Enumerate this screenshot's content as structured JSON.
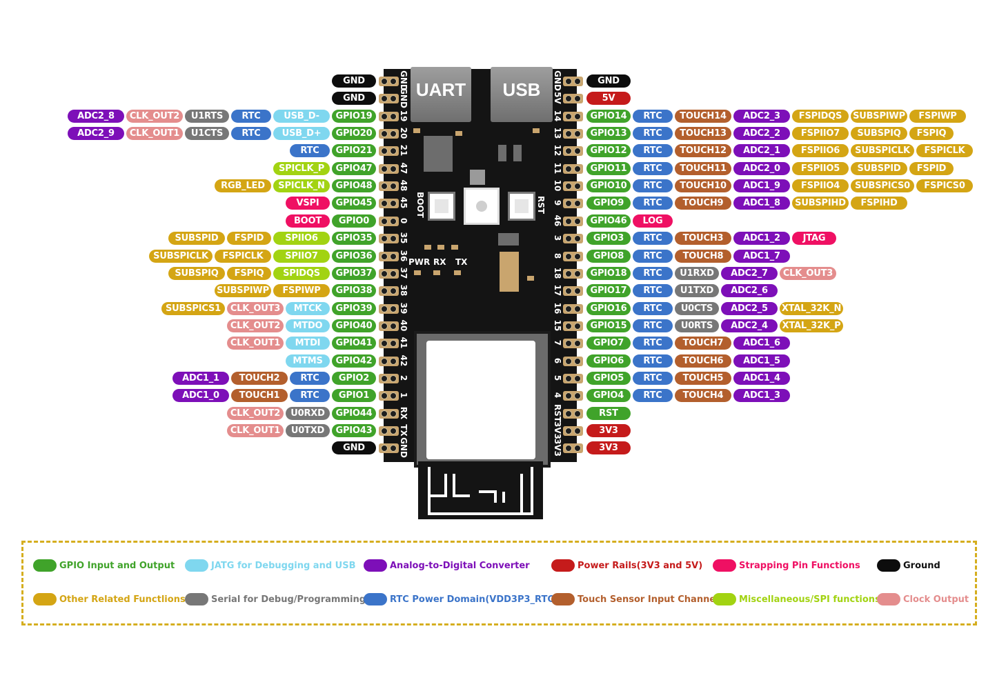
{
  "colors": {
    "gpio": "#40a32a",
    "jtag": "#7fd7ef",
    "adc": "#7d0fb8",
    "power": "#c51b1b",
    "strap": "#ef1063",
    "ground": "#0d0d0d",
    "other": "#d4a514",
    "serial": "#777777",
    "rtc": "#3b74c9",
    "touch": "#b35f2d",
    "misc": "#a2d312",
    "clock": "#e48d8d"
  },
  "board": {
    "uart_label": "UART",
    "usb_label": "USB",
    "boot_label": "BOOT",
    "rst_label": "RST",
    "pwr_label": "PWR",
    "rx_label": "RX",
    "tx_label": "TX"
  },
  "left_pins": [
    {
      "num": "GND",
      "tags": [
        [
          "GND",
          "ground"
        ]
      ]
    },
    {
      "num": "GND",
      "tags": [
        [
          "GND",
          "ground"
        ]
      ]
    },
    {
      "num": "19",
      "tags": [
        [
          "GPIO19",
          "gpio"
        ],
        [
          "USB_D-",
          "jtag"
        ],
        [
          "RTC",
          "rtc"
        ],
        [
          "U1RTS",
          "serial"
        ],
        [
          "CLK_OUT2",
          "clock"
        ],
        [
          "ADC2_8",
          "adc"
        ]
      ]
    },
    {
      "num": "20",
      "tags": [
        [
          "GPIO20",
          "gpio"
        ],
        [
          "USB_D+",
          "jtag"
        ],
        [
          "RTC",
          "rtc"
        ],
        [
          "U1CTS",
          "serial"
        ],
        [
          "CLK_OUT1",
          "clock"
        ],
        [
          "ADC2_9",
          "adc"
        ]
      ]
    },
    {
      "num": "21",
      "tags": [
        [
          "GPIO21",
          "gpio"
        ],
        [
          "RTC",
          "rtc"
        ]
      ]
    },
    {
      "num": "47",
      "tags": [
        [
          "GPIO47",
          "gpio"
        ],
        [
          "SPICLK_P",
          "misc"
        ]
      ]
    },
    {
      "num": "48",
      "tags": [
        [
          "GPIO48",
          "gpio"
        ],
        [
          "SPICLK_N",
          "misc"
        ],
        [
          "RGB_LED",
          "other"
        ]
      ]
    },
    {
      "num": "45",
      "tags": [
        [
          "GPIO45",
          "gpio"
        ],
        [
          "VSPI",
          "strap"
        ]
      ]
    },
    {
      "num": "0",
      "tags": [
        [
          "GPIO0",
          "gpio"
        ],
        [
          "BOOT",
          "strap"
        ]
      ]
    },
    {
      "num": "35",
      "tags": [
        [
          "GPIO35",
          "gpio"
        ],
        [
          "SPIIO6",
          "misc"
        ],
        [
          "FSPID",
          "other"
        ],
        [
          "SUBSPID",
          "other"
        ]
      ]
    },
    {
      "num": "36",
      "tags": [
        [
          "GPIO36",
          "gpio"
        ],
        [
          "SPIIO7",
          "misc"
        ],
        [
          "FSPICLK",
          "other"
        ],
        [
          "SUBSPICLK",
          "other"
        ]
      ]
    },
    {
      "num": "37",
      "tags": [
        [
          "GPIO37",
          "gpio"
        ],
        [
          "SPIDQS",
          "misc"
        ],
        [
          "FSPIQ",
          "other"
        ],
        [
          "SUBSPIQ",
          "other"
        ]
      ]
    },
    {
      "num": "38",
      "tags": [
        [
          "GPIO38",
          "gpio"
        ],
        [
          "FSPIWP",
          "other"
        ],
        [
          "SUBSPIWP",
          "other"
        ]
      ]
    },
    {
      "num": "39",
      "tags": [
        [
          "GPIO39",
          "gpio"
        ],
        [
          "MTCK",
          "jtag"
        ],
        [
          "CLK_OUT3",
          "clock"
        ],
        [
          "SUBSPICS1",
          "other"
        ]
      ]
    },
    {
      "num": "40",
      "tags": [
        [
          "GPIO40",
          "gpio"
        ],
        [
          "MTDO",
          "jtag"
        ],
        [
          "CLK_OUT2",
          "clock"
        ]
      ]
    },
    {
      "num": "41",
      "tags": [
        [
          "GPIO41",
          "gpio"
        ],
        [
          "MTDI",
          "jtag"
        ],
        [
          "CLK_OUT1",
          "clock"
        ]
      ]
    },
    {
      "num": "42",
      "tags": [
        [
          "GPIO42",
          "gpio"
        ],
        [
          "MTMS",
          "jtag"
        ]
      ]
    },
    {
      "num": "2",
      "tags": [
        [
          "GPIO2",
          "gpio"
        ],
        [
          "RTC",
          "rtc"
        ],
        [
          "TOUCH2",
          "touch"
        ],
        [
          "ADC1_1",
          "adc"
        ]
      ]
    },
    {
      "num": "1",
      "tags": [
        [
          "GPIO1",
          "gpio"
        ],
        [
          "RTC",
          "rtc"
        ],
        [
          "TOUCH1",
          "touch"
        ],
        [
          "ADC1_0",
          "adc"
        ]
      ]
    },
    {
      "num": "RX",
      "tags": [
        [
          "GPIO44",
          "gpio"
        ],
        [
          "U0RXD",
          "serial"
        ],
        [
          "CLK_OUT2",
          "clock"
        ]
      ]
    },
    {
      "num": "TX",
      "tags": [
        [
          "GPIO43",
          "gpio"
        ],
        [
          "U0TXD",
          "serial"
        ],
        [
          "CLK_OUT1",
          "clock"
        ]
      ]
    },
    {
      "num": "GND",
      "tags": [
        [
          "GND",
          "ground"
        ]
      ]
    }
  ],
  "right_pins": [
    {
      "num": "GND",
      "tags": [
        [
          "GND",
          "ground"
        ]
      ]
    },
    {
      "num": "5V",
      "tags": [
        [
          "5V",
          "power"
        ]
      ]
    },
    {
      "num": "14",
      "tags": [
        [
          "GPIO14",
          "gpio"
        ],
        [
          "RTC",
          "rtc"
        ],
        [
          "TOUCH14",
          "touch"
        ],
        [
          "ADC2_3",
          "adc"
        ],
        [
          "FSPIDQS",
          "other"
        ],
        [
          "SUBSPIWP",
          "other"
        ],
        [
          "FSPIWP",
          "other"
        ]
      ]
    },
    {
      "num": "13",
      "tags": [
        [
          "GPIO13",
          "gpio"
        ],
        [
          "RTC",
          "rtc"
        ],
        [
          "TOUCH13",
          "touch"
        ],
        [
          "ADC2_2",
          "adc"
        ],
        [
          "FSPIIO7",
          "other"
        ],
        [
          "SUBSPIQ",
          "other"
        ],
        [
          "FSPIQ",
          "other"
        ]
      ]
    },
    {
      "num": "12",
      "tags": [
        [
          "GPIO12",
          "gpio"
        ],
        [
          "RTC",
          "rtc"
        ],
        [
          "TOUCH12",
          "touch"
        ],
        [
          "ADC2_1",
          "adc"
        ],
        [
          "FSPIIO6",
          "other"
        ],
        [
          "SUBSPICLK",
          "other"
        ],
        [
          "FSPICLK",
          "other"
        ]
      ]
    },
    {
      "num": "11",
      "tags": [
        [
          "GPIO11",
          "gpio"
        ],
        [
          "RTC",
          "rtc"
        ],
        [
          "TOUCH11",
          "touch"
        ],
        [
          "ADC2_0",
          "adc"
        ],
        [
          "FSPIIO5",
          "other"
        ],
        [
          "SUBSPID",
          "other"
        ],
        [
          "FSPID",
          "other"
        ]
      ]
    },
    {
      "num": "10",
      "tags": [
        [
          "GPIO10",
          "gpio"
        ],
        [
          "RTC",
          "rtc"
        ],
        [
          "TOUCH10",
          "touch"
        ],
        [
          "ADC1_9",
          "adc"
        ],
        [
          "FSPIIO4",
          "other"
        ],
        [
          "SUBSPICS0",
          "other"
        ],
        [
          "FSPICS0",
          "other"
        ]
      ]
    },
    {
      "num": "9",
      "tags": [
        [
          "GPIO9",
          "gpio"
        ],
        [
          "RTC",
          "rtc"
        ],
        [
          "TOUCH9",
          "touch"
        ],
        [
          "ADC1_8",
          "adc"
        ],
        [
          "SUBSPIHD",
          "other"
        ],
        [
          "FSPIHD",
          "other"
        ]
      ]
    },
    {
      "num": "46",
      "tags": [
        [
          "GPIO46",
          "gpio"
        ],
        [
          "LOG",
          "strap"
        ]
      ]
    },
    {
      "num": "3",
      "tags": [
        [
          "GPIO3",
          "gpio"
        ],
        [
          "RTC",
          "rtc"
        ],
        [
          "TOUCH3",
          "touch"
        ],
        [
          "ADC1_2",
          "adc"
        ],
        [
          "JTAG",
          "strap"
        ]
      ]
    },
    {
      "num": "8",
      "tags": [
        [
          "GPIO8",
          "gpio"
        ],
        [
          "RTC",
          "rtc"
        ],
        [
          "TOUCH8",
          "touch"
        ],
        [
          "ADC1_7",
          "adc"
        ]
      ]
    },
    {
      "num": "18",
      "tags": [
        [
          "GPIO18",
          "gpio"
        ],
        [
          "RTC",
          "rtc"
        ],
        [
          "U1RXD",
          "serial"
        ],
        [
          "ADC2_7",
          "adc"
        ],
        [
          "CLK_OUT3",
          "clock"
        ]
      ]
    },
    {
      "num": "17",
      "tags": [
        [
          "GPIO17",
          "gpio"
        ],
        [
          "RTC",
          "rtc"
        ],
        [
          "U1TXD",
          "serial"
        ],
        [
          "ADC2_6",
          "adc"
        ]
      ]
    },
    {
      "num": "16",
      "tags": [
        [
          "GPIO16",
          "gpio"
        ],
        [
          "RTC",
          "rtc"
        ],
        [
          "U0CTS",
          "serial"
        ],
        [
          "ADC2_5",
          "adc"
        ],
        [
          "XTAL_32K_N",
          "other"
        ]
      ]
    },
    {
      "num": "15",
      "tags": [
        [
          "GPIO15",
          "gpio"
        ],
        [
          "RTC",
          "rtc"
        ],
        [
          "U0RTS",
          "serial"
        ],
        [
          "ADC2_4",
          "adc"
        ],
        [
          "XTAL_32K_P",
          "other"
        ]
      ]
    },
    {
      "num": "7",
      "tags": [
        [
          "GPIO7",
          "gpio"
        ],
        [
          "RTC",
          "rtc"
        ],
        [
          "TOUCH7",
          "touch"
        ],
        [
          "ADC1_6",
          "adc"
        ]
      ]
    },
    {
      "num": "6",
      "tags": [
        [
          "GPIO6",
          "gpio"
        ],
        [
          "RTC",
          "rtc"
        ],
        [
          "TOUCH6",
          "touch"
        ],
        [
          "ADC1_5",
          "adc"
        ]
      ]
    },
    {
      "num": "5",
      "tags": [
        [
          "GPIO5",
          "gpio"
        ],
        [
          "RTC",
          "rtc"
        ],
        [
          "TOUCH5",
          "touch"
        ],
        [
          "ADC1_4",
          "adc"
        ]
      ]
    },
    {
      "num": "4",
      "tags": [
        [
          "GPIO4",
          "gpio"
        ],
        [
          "RTC",
          "rtc"
        ],
        [
          "TOUCH4",
          "touch"
        ],
        [
          "ADC1_3",
          "adc"
        ]
      ]
    },
    {
      "num": "RST",
      "tags": [
        [
          "RST",
          "gpio"
        ]
      ]
    },
    {
      "num": "3V3",
      "tags": [
        [
          "3V3",
          "power"
        ]
      ]
    },
    {
      "num": "3V3",
      "tags": [
        [
          "3V3",
          "power"
        ]
      ]
    }
  ],
  "legend": [
    {
      "label": "GPIO Input and Output",
      "color": "gpio"
    },
    {
      "label": "JATG for Debugging and USB",
      "color": "jtag"
    },
    {
      "label": "Analog-to-Digital Converter",
      "color": "adc"
    },
    {
      "label": "Power Rails(3V3 and 5V)",
      "color": "power"
    },
    {
      "label": "Strapping Pin Functions",
      "color": "strap"
    },
    {
      "label": "Ground",
      "color": "ground"
    },
    {
      "label": "Other Related Functlions",
      "color": "other"
    },
    {
      "label": "Serial for Debug/Programming",
      "color": "serial"
    },
    {
      "label": "RTC Power Domain(VDD3P3_RTC)",
      "color": "rtc"
    },
    {
      "label": "Touch Sensor Input Channel",
      "color": "touch"
    },
    {
      "label": "Miscellaneous/SPI functions",
      "color": "misc"
    },
    {
      "label": "Clock Output",
      "color": "clock"
    }
  ]
}
